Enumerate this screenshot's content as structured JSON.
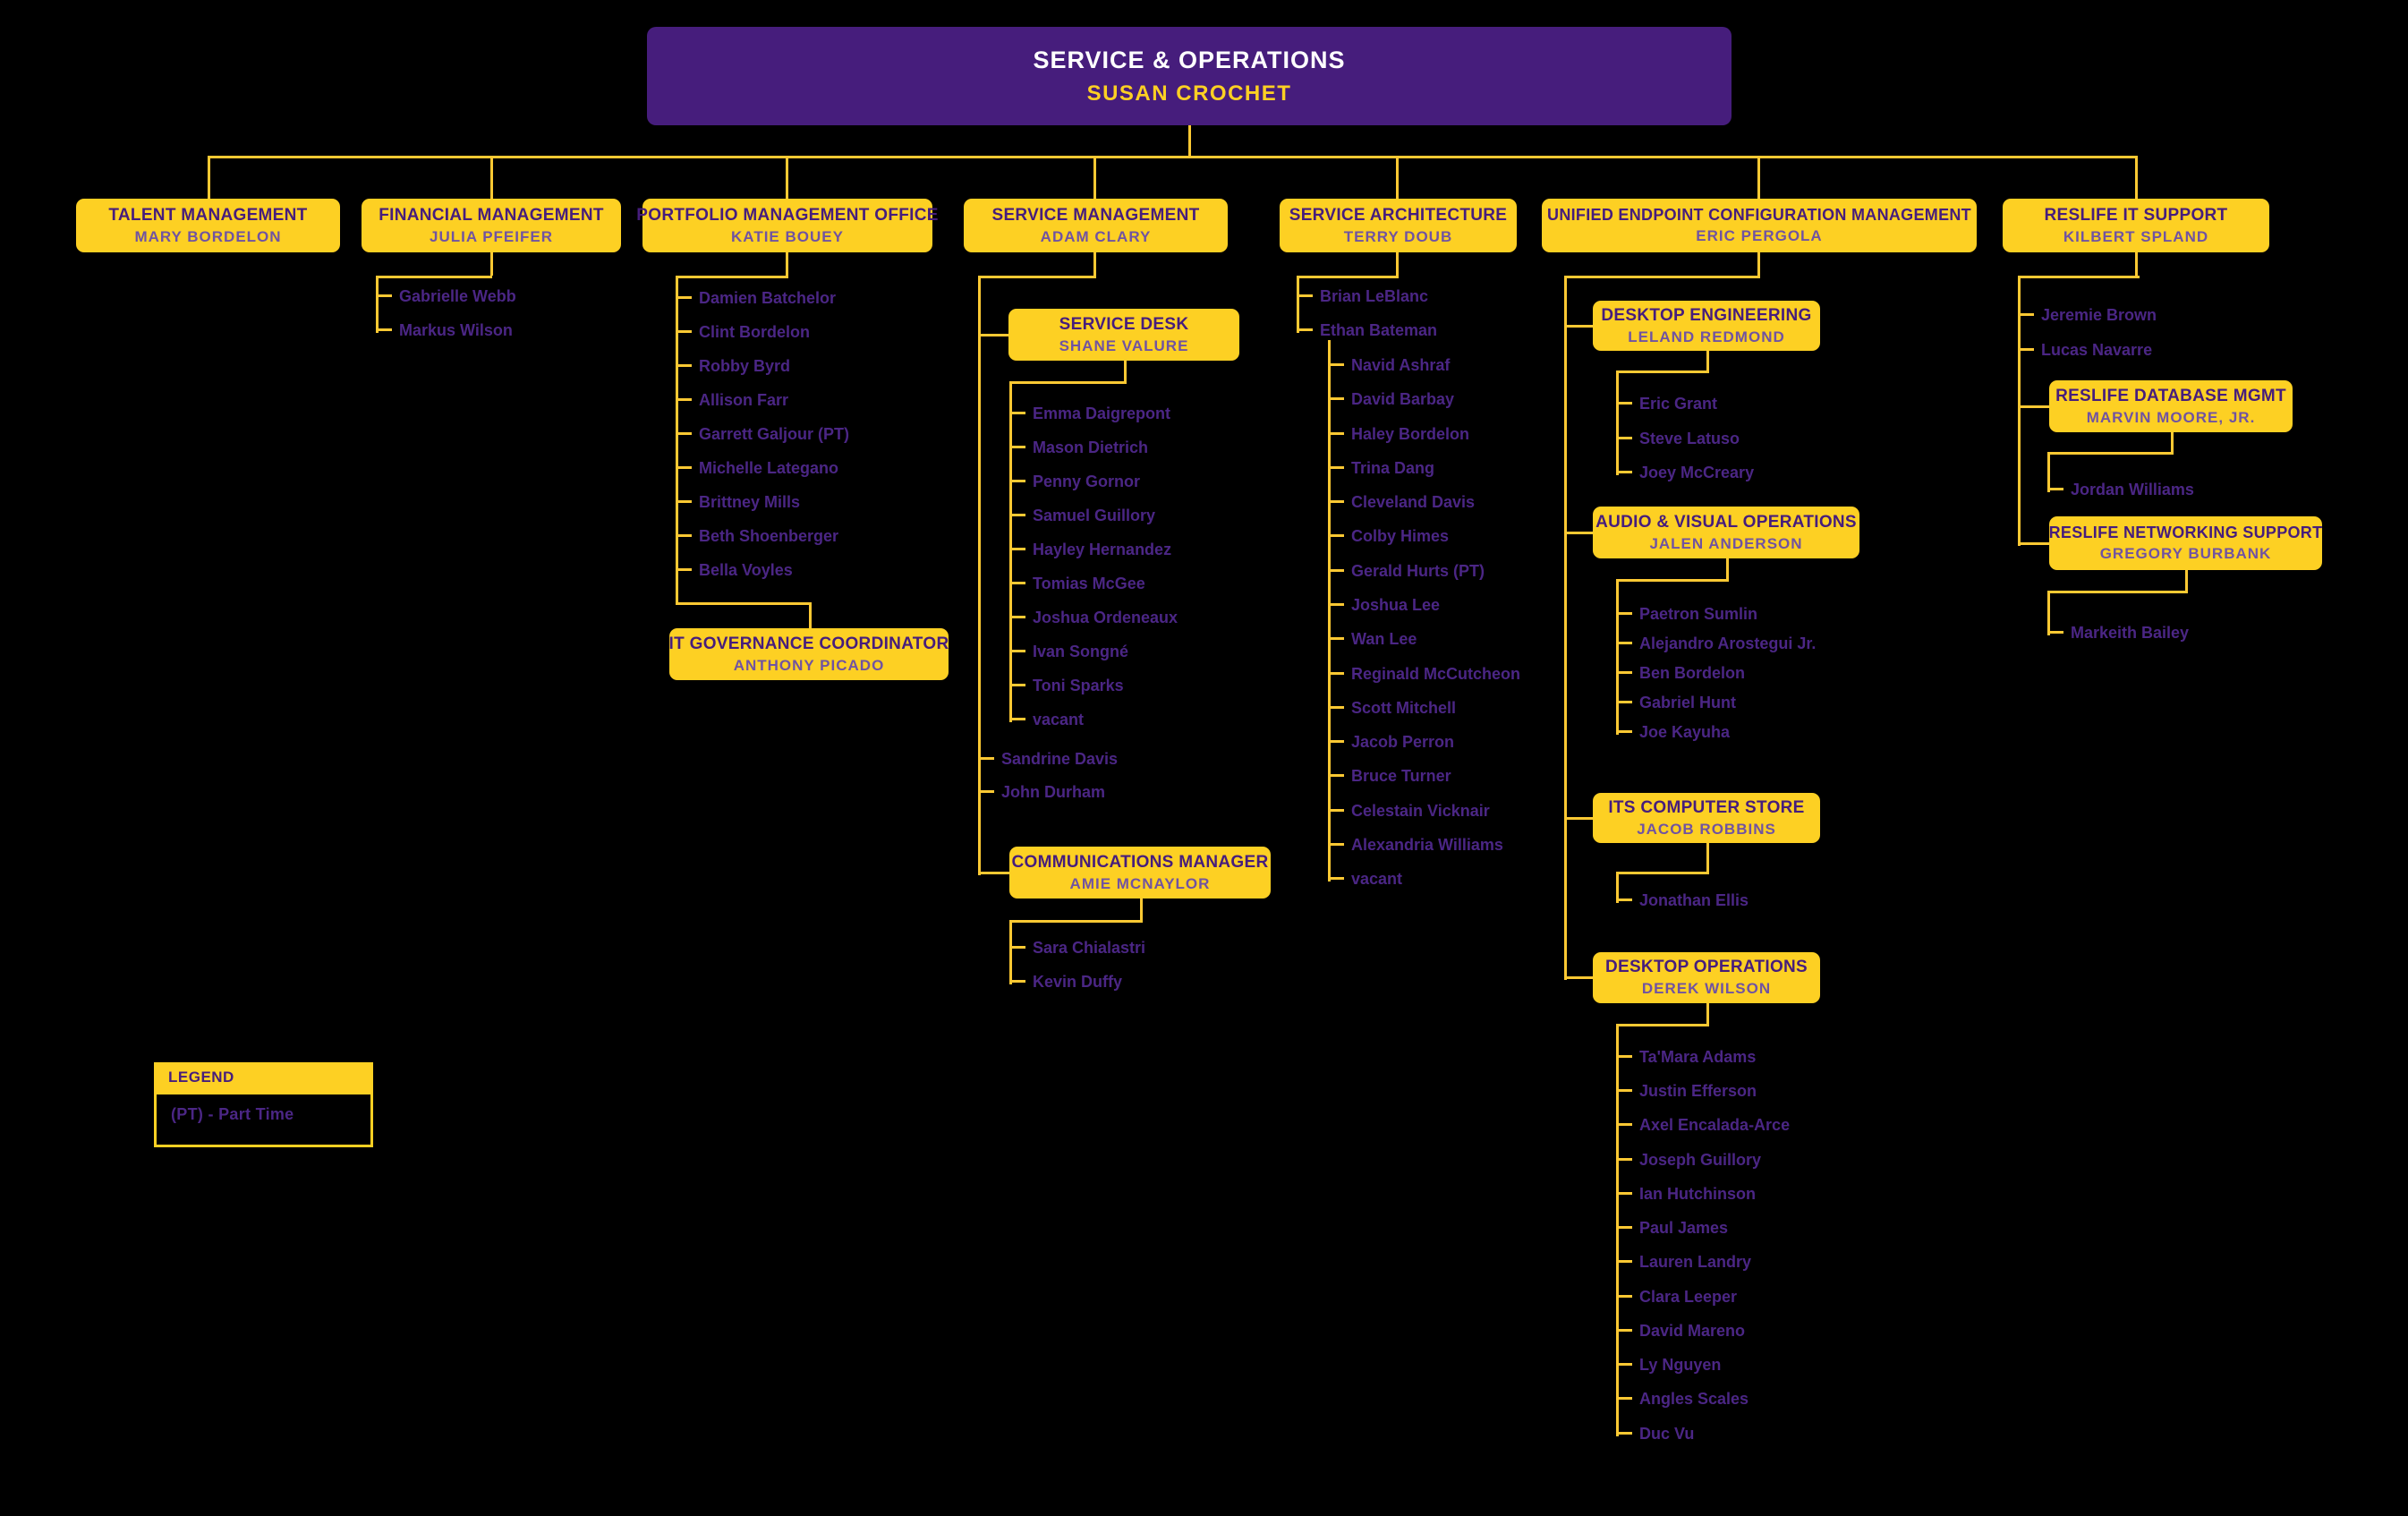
{
  "root": {
    "title": "SERVICE & OPERATIONS",
    "name": "SUSAN CROCHET"
  },
  "departments": {
    "talent_management": {
      "title": "TALENT MANAGEMENT",
      "name": "MARY BORDELON"
    },
    "financial_management": {
      "title": "FINANCIAL MANAGEMENT",
      "name": "JULIA PFEIFER",
      "members": [
        "Gabrielle Webb",
        "Markus Wilson"
      ]
    },
    "portfolio_management_office": {
      "title": "PORTFOLIO MANAGEMENT OFFICE",
      "name": "KATIE BOUEY",
      "members": [
        "Damien Batchelor",
        "Clint Bordelon",
        "Robby Byrd",
        "Allison Farr",
        "Garrett Galjour (PT)",
        "Michelle Lategano",
        "Brittney Mills",
        "Beth Shoenberger",
        "Bella Voyles"
      ],
      "it_governance_coordinator": {
        "title": "IT GOVERNANCE COORDINATOR",
        "name": "ANTHONY PICADO"
      }
    },
    "service_management": {
      "title": "SERVICE MANAGEMENT",
      "name": "ADAM CLARY",
      "service_desk": {
        "title": "SERVICE DESK",
        "name": "SHANE VALURE",
        "members": [
          "Emma Daigrepont",
          "Mason Dietrich",
          "Penny Gornor",
          "Samuel Guillory",
          "Hayley Hernandez",
          "Tomias McGee",
          "Joshua Ordeneaux",
          "Ivan Songné",
          "Toni Sparks",
          "vacant"
        ]
      },
      "members": [
        "Sandrine Davis",
        "John Durham"
      ],
      "communications_manager": {
        "title": "COMMUNICATIONS MANAGER",
        "name": "AMIE MCNAYLOR",
        "members": [
          "Sara Chialastri",
          "Kevin Duffy"
        ]
      }
    },
    "service_architecture": {
      "title": "SERVICE ARCHITECTURE",
      "name": "TERRY DOUB",
      "members": [
        "Brian LeBlanc",
        "Ethan Bateman"
      ],
      "bateman_team": [
        "Navid Ashraf",
        "David Barbay",
        "Haley Bordelon",
        "Trina Dang",
        "Cleveland Davis",
        "Colby Himes",
        "Gerald Hurts (PT)",
        "Joshua Lee",
        "Wan Lee",
        "Reginald McCutcheon",
        "Scott Mitchell",
        "Jacob Perron",
        "Bruce Turner",
        "Celestain Vicknair",
        "Alexandria Williams",
        "vacant"
      ]
    },
    "unified_endpoint_configuration_management": {
      "title": "UNIFIED ENDPOINT CONFIGURATION MANAGEMENT",
      "name": "ERIC PERGOLA",
      "desktop_engineering": {
        "title": "DESKTOP ENGINEERING",
        "name": "LELAND REDMOND",
        "members": [
          "Eric Grant",
          "Steve Latuso",
          "Joey McCreary"
        ]
      },
      "audio_visual_operations": {
        "title": "AUDIO & VISUAL OPERATIONS",
        "name": "JALEN ANDERSON",
        "members": [
          "Paetron Sumlin",
          "Alejandro Arostegui Jr.",
          "Ben Bordelon",
          "Gabriel Hunt",
          "Joe Kayuha"
        ]
      },
      "its_computer_store": {
        "title": "ITS COMPUTER STORE",
        "name": "JACOB ROBBINS",
        "members": [
          "Jonathan Ellis"
        ]
      },
      "desktop_operations": {
        "title": "DESKTOP OPERATIONS",
        "name": "DEREK WILSON",
        "members": [
          "Ta'Mara Adams",
          "Justin Efferson",
          "Axel Encalada-Arce",
          "Joseph Guillory",
          "Ian Hutchinson",
          "Paul James",
          "Lauren Landry",
          "Clara Leeper",
          "David Mareno",
          "Ly Nguyen",
          "Angles Scales",
          "Duc Vu"
        ]
      }
    },
    "reslife_it_support": {
      "title": "RESLIFE IT SUPPORT",
      "name": "KILBERT SPLAND",
      "members": [
        "Jeremie Brown",
        "Lucas Navarre"
      ],
      "reslife_database_mgmt": {
        "title": "RESLIFE DATABASE MGMT",
        "name": "MARVIN MOORE, JR.",
        "members": [
          "Jordan Williams"
        ]
      },
      "reslife_networking_support": {
        "title": "RESLIFE NETWORKING SUPPORT",
        "name": "GREGORY BURBANK",
        "members": [
          "Markeith Bailey"
        ]
      }
    }
  },
  "legend": {
    "title": "LEGEND",
    "entries": [
      "(PT) - Part Time"
    ]
  },
  "colors": {
    "background": "#000000",
    "purple": "#461D7C",
    "gold": "#FDD023",
    "member_text": "#4B2685",
    "box_subtitle": "#7053A2",
    "root_title_text": "#FFFFFF"
  }
}
